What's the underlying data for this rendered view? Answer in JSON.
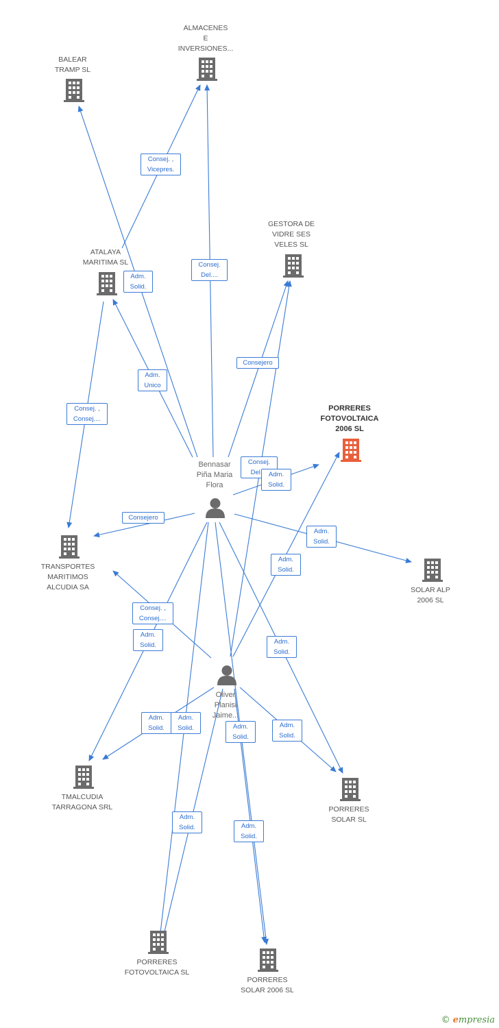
{
  "colors": {
    "edge": "#3a7bd5",
    "building": "#6b6b6b",
    "building_highlight": "#e8603c",
    "person": "#6b6b6b"
  },
  "nodes": {
    "almacenes": {
      "label": "ALMACENES\nE\nINVERSIONES...",
      "icon": "building-icon"
    },
    "balear": {
      "label": "BALEAR\nTRAMP SL",
      "icon": "building-icon"
    },
    "gestora": {
      "label": "GESTORA DE\nVIDRE SES\nVELES SL",
      "icon": "building-icon"
    },
    "atalaya": {
      "label": "ATALAYA\nMARITIMA SL",
      "icon": "building-icon"
    },
    "porreres_fv2006": {
      "label": "PORRERES\nFOTOVOLTAICA\n2006 SL",
      "icon": "building-icon"
    },
    "bennasar": {
      "label": "Bennasar\nPiña Maria\nFlora",
      "icon": "person-icon"
    },
    "transportes": {
      "label": "TRANSPORTES\nMARITIMOS\nALCUDIA SA",
      "icon": "building-icon"
    },
    "solar_alp": {
      "label": "SOLAR ALP\n2006 SL",
      "icon": "building-icon"
    },
    "oliver": {
      "label": "Oliver\nPlanisi\nJaime...",
      "icon": "person-icon"
    },
    "tmalcudia": {
      "label": "TMALCUDIA\nTARRAGONA SRL",
      "icon": "building-icon"
    },
    "porreres_solar": {
      "label": "PORRERES\nSOLAR SL",
      "icon": "building-icon"
    },
    "porreres_fv": {
      "label": "PORRERES\nFOTOVOLTAICA SL",
      "icon": "building-icon"
    },
    "porreres_solar2006": {
      "label": "PORRERES\nSOLAR 2006 SL",
      "icon": "building-icon"
    }
  },
  "edges": [
    {
      "id": "e1",
      "label": "Consej. ,\nVicepres."
    },
    {
      "id": "e2",
      "label": "Adm.\nSolid."
    },
    {
      "id": "e3",
      "label": "Consej.\nDel...."
    },
    {
      "id": "e4",
      "label": "Consejero"
    },
    {
      "id": "e5",
      "label": "Adm.\nUnico"
    },
    {
      "id": "e6",
      "label": "Consej. ,\nConsej...."
    },
    {
      "id": "e7",
      "label": "Consej.\nDel...."
    },
    {
      "id": "e8",
      "label": "Adm.\nSolid."
    },
    {
      "id": "e9",
      "label": "Consejero"
    },
    {
      "id": "e10",
      "label": "Adm.\nSolid."
    },
    {
      "id": "e11",
      "label": "Adm.\nSolid."
    },
    {
      "id": "e12",
      "label": "Consej. ,\nConsej...."
    },
    {
      "id": "e13",
      "label": "Adm.\nSolid."
    },
    {
      "id": "e14",
      "label": "Adm.\nSolid."
    },
    {
      "id": "e15",
      "label": "Adm.\nSolid."
    },
    {
      "id": "e16",
      "label": "Adm.\nSolid."
    },
    {
      "id": "e17",
      "label": "Adm.\nSolid."
    },
    {
      "id": "e18",
      "label": "Adm.\nSolid."
    },
    {
      "id": "e19",
      "label": "Adm.\nSolid."
    },
    {
      "id": "e20",
      "label": "Adm.\nSolid."
    }
  ],
  "footer": {
    "copyright": "©",
    "brand_initial": "e",
    "brand_rest": "mpresia"
  }
}
